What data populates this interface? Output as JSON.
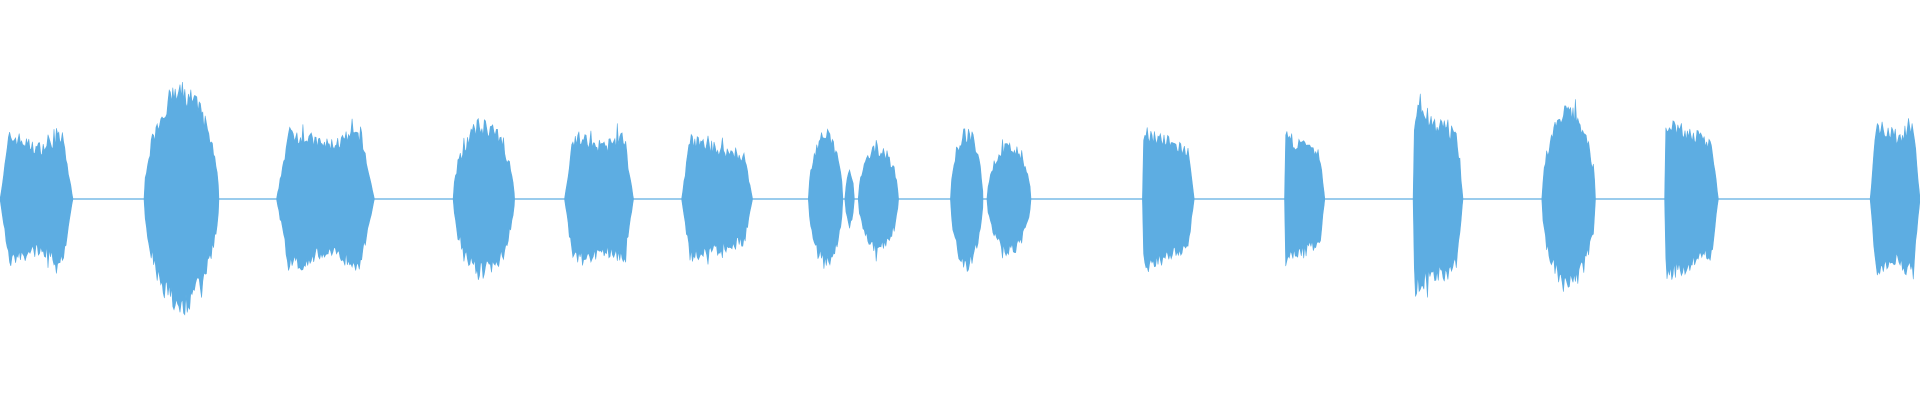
{
  "waveform": {
    "color": "#5DADE2",
    "background": "#ffffff",
    "segments": [
      {
        "start": 0.0,
        "end": 0.038,
        "amp": 0.32,
        "shape": "box",
        "attack": "soft"
      },
      {
        "start": 0.075,
        "end": 0.114,
        "amp": 0.55,
        "shape": "dome",
        "attack": "soft"
      },
      {
        "start": 0.144,
        "end": 0.195,
        "amp": 0.34,
        "shape": "box",
        "attack": "soft"
      },
      {
        "start": 0.236,
        "end": 0.268,
        "amp": 0.38,
        "shape": "dome",
        "attack": "soft"
      },
      {
        "start": 0.294,
        "end": 0.33,
        "amp": 0.32,
        "shape": "box",
        "attack": "soft"
      },
      {
        "start": 0.355,
        "end": 0.392,
        "amp": 0.32,
        "shape": "decay",
        "attack": "soft"
      },
      {
        "start": 0.421,
        "end": 0.439,
        "amp": 0.33,
        "shape": "dome",
        "attack": "soft"
      },
      {
        "start": 0.44,
        "end": 0.445,
        "amp": 0.13,
        "shape": "dome",
        "attack": "soft"
      },
      {
        "start": 0.447,
        "end": 0.468,
        "amp": 0.26,
        "shape": "dome",
        "attack": "soft"
      },
      {
        "start": 0.495,
        "end": 0.512,
        "amp": 0.34,
        "shape": "dome",
        "attack": "soft"
      },
      {
        "start": 0.514,
        "end": 0.537,
        "amp": 0.27,
        "shape": "dome",
        "attack": "soft"
      },
      {
        "start": 0.595,
        "end": 0.622,
        "amp": 0.36,
        "shape": "decay",
        "attack": "sharp"
      },
      {
        "start": 0.669,
        "end": 0.69,
        "amp": 0.33,
        "shape": "decay",
        "attack": "sharp"
      },
      {
        "start": 0.736,
        "end": 0.762,
        "amp": 0.47,
        "shape": "decay",
        "attack": "sharp"
      },
      {
        "start": 0.803,
        "end": 0.831,
        "amp": 0.45,
        "shape": "dome",
        "attack": "soft"
      },
      {
        "start": 0.867,
        "end": 0.895,
        "amp": 0.41,
        "shape": "decay",
        "attack": "sharp"
      },
      {
        "start": 0.974,
        "end": 1.0,
        "amp": 0.39,
        "shape": "box",
        "attack": "soft"
      }
    ]
  }
}
